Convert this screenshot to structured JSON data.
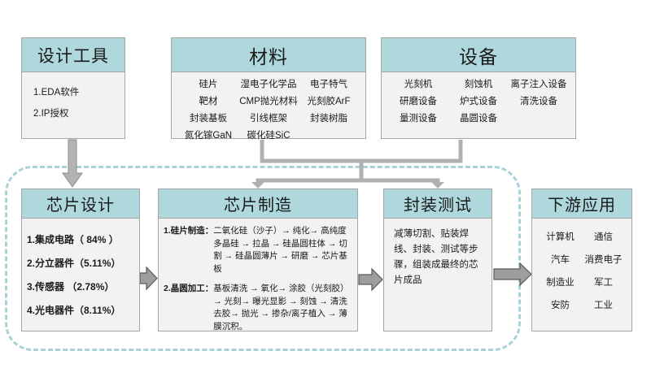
{
  "colors": {
    "header_teal": "#aed8dc",
    "card_body": "#f2f2f2",
    "card_border": "#a6a6a6",
    "dashed_region": "#a8d3d6",
    "arrow_fill": "#9e9e9e",
    "arrow_stroke": "#595959"
  },
  "design_tools": {
    "title": "设计工具",
    "items": [
      "1.EDA软件",
      "2.IP授权"
    ]
  },
  "materials": {
    "title": "材料",
    "items": [
      "硅片",
      "湿电子化学品",
      "电子特气",
      "靶材",
      "CMP抛光材料",
      "光刻胶ArF",
      "封装基板",
      "引线框架",
      "封装树脂",
      "氮化镓GaN",
      "碳化硅SiC",
      ""
    ]
  },
  "equipment": {
    "title": "设备",
    "items": [
      "光刻机",
      "刻蚀机",
      "离子注入设备",
      "研磨设备",
      "炉式设备",
      "清洗设备",
      "量测设备",
      "晶圆设备",
      ""
    ]
  },
  "chip_design": {
    "title": "芯片设计",
    "items": [
      "1.集成电路（ 84% ）",
      "2.分立器件（5.11%）",
      "3.传感器  （2.78%）",
      "4.光电器件（8.11%）"
    ]
  },
  "chip_manufacturing": {
    "title": "芯片制造",
    "steps": [
      {
        "label": "1.硅片制造：",
        "text": "二氧化硅（沙子）→ 纯化→ 高纯度多晶硅 → 拉晶 → 硅晶圆柱体 → 切割 → 硅晶圆薄片 → 研磨 → 芯片基板"
      },
      {
        "label": "2.晶圆加工：",
        "text": "基板清洗 → 氧化→ 涂胶（光刻胶）→ 光刻→ 曝光显影 → 刻蚀 → 清洗去胶→ 抛光 → 掺杂/离子植入 → 薄膜沉积。"
      }
    ]
  },
  "packaging_testing": {
    "title": "封装测试",
    "text": "减薄切割、贴装焊线、封装、测试等步骤，组装成最终的芯片成品"
  },
  "downstream": {
    "title": "下游应用",
    "items": [
      "计算机",
      "通信",
      "汽车",
      "消费电子",
      "制造业",
      "军工",
      "安防",
      "工业"
    ]
  },
  "connectors": {
    "design_tools_to_chip_design": "arrow-down",
    "supply_to_manufacturing": "bracket-arrow-down",
    "supply_to_packaging": "bracket-arrow-down",
    "chip_design_to_manufacturing": "arrow-right",
    "manufacturing_to_packaging": "arrow-right",
    "packaging_to_downstream": "arrow-right"
  }
}
